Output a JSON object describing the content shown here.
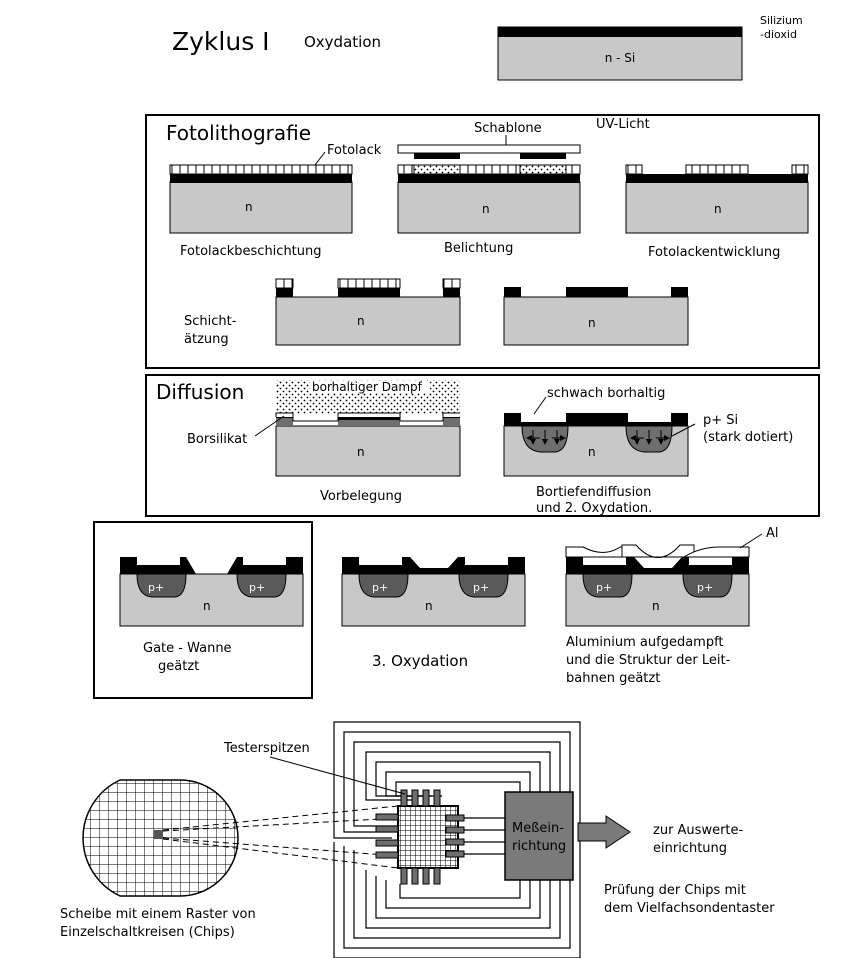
{
  "colors": {
    "silicon": "#c8c8c8",
    "oxide": "#000000",
    "doped": "#6e6e6e",
    "device": "#5a5a5a",
    "arrow": "#7a7a7a",
    "background": "#ffffff"
  },
  "cycle": {
    "title": "Zyklus I",
    "step": "Oxydation",
    "silicon_label": "n - Si",
    "oxide_note_1": "Silizium",
    "oxide_note_2": "-dioxid"
  },
  "photolithography": {
    "title": "Fotolithografie",
    "fotolack": "Fotolack",
    "schablone": "Schablone",
    "uv_light": "UV-Licht",
    "coating": "Fotolackbeschichtung",
    "exposure": "Belichtung",
    "development": "Fotolackentwicklung",
    "etch_1": "Schicht-",
    "etch_2": "ätzung",
    "n": "n"
  },
  "diffusion": {
    "title": "Diffusion",
    "vapor": "borhaltiger Dampf",
    "borosilicate": "Borsilikat",
    "predeposition": "Vorbelegung",
    "weak": "schwach borhaltig",
    "p_si_1": "p+ Si",
    "p_si_2": "(stark dotiert)",
    "drive_1": "Bortiefendiffusion",
    "drive_2": "und 2. Oxydation.",
    "n": "n"
  },
  "gate": {
    "well_1": "Gate - Wanne",
    "well_2": "geätzt",
    "ox3": "3. Oxydation",
    "al": "Al",
    "alu_1": "Aluminium  aufgedampft",
    "alu_2": "und die Struktur der Leit-",
    "alu_3": "bahnen geätzt",
    "p_plus": "p+",
    "n": "n"
  },
  "testing": {
    "tester_tips": "Testerspitzen",
    "measure_1": "Meßein-",
    "measure_2": "richtung",
    "eval_1": "zur Auswerte-",
    "eval_2": "einrichtung",
    "check_1": "Prüfung der Chips mit",
    "check_2": "dem Vielfachsondentaster",
    "wafer_1": "Scheibe mit einem Raster von",
    "wafer_2": "Einzelschaltkreisen (Chips)"
  }
}
